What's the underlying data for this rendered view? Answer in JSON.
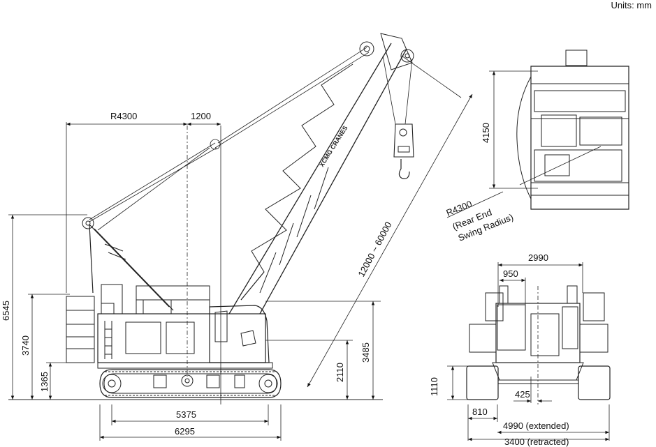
{
  "units": "Units: mm",
  "brand_lettering": "XCMG CRANES",
  "side_view": {
    "tail_radius": "R4300",
    "offset": "1200",
    "overall_height": "6545",
    "gantry_height": "3740",
    "counterweight_clearance": "1365",
    "boom_length": "12000 ~ 60000",
    "cab_height": "3485",
    "boom_foot_height": "2110",
    "tumbler_distance": "5375",
    "crawler_length": "6295"
  },
  "top_view": {
    "rear_length": "4150",
    "swing_radius": "R4300",
    "swing_radius_note_1": "(Rear End",
    "swing_radius_note_2": "Swing Radius)"
  },
  "rear_view": {
    "upper_width": "2990",
    "cab_width": "950",
    "track_height": "1110",
    "ground_clearance": "425",
    "shoe_width": "810",
    "width_extended": "4990 (extended)",
    "width_retracted": "3400 (retracted)"
  }
}
